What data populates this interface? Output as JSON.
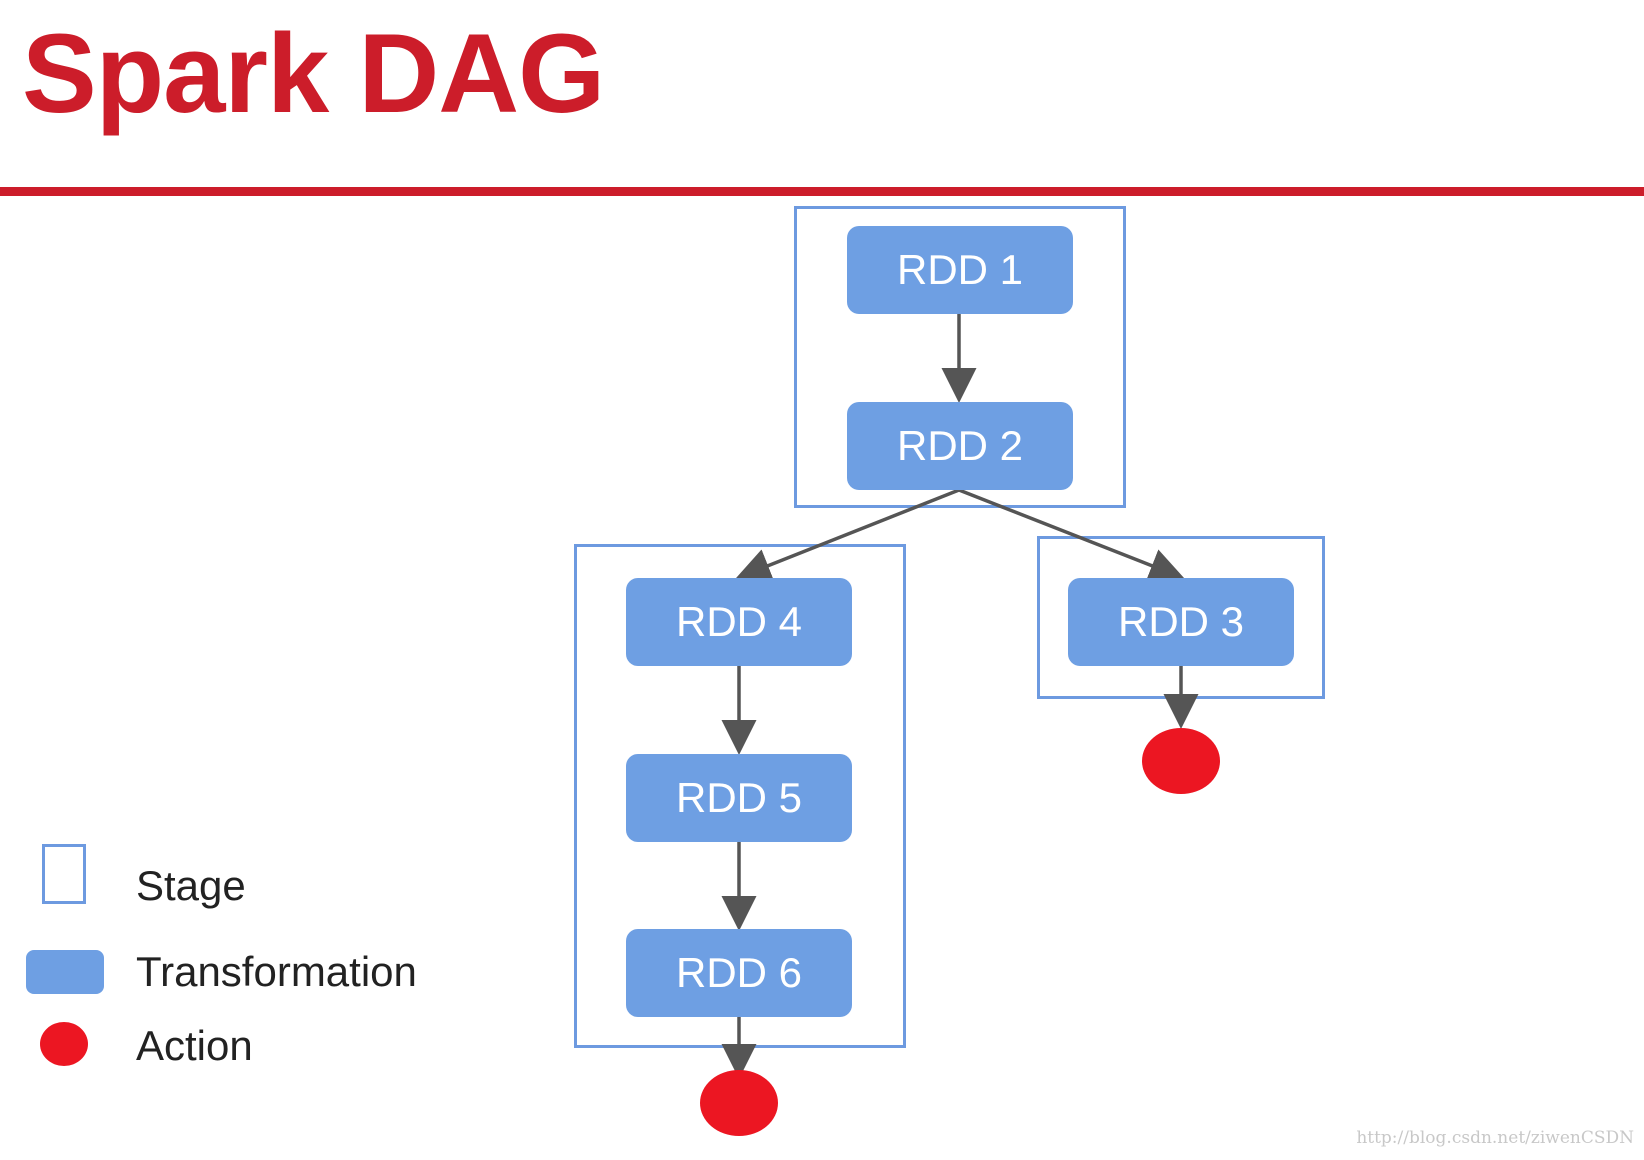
{
  "title": "Spark DAG",
  "colors": {
    "title": "#cc1d2a",
    "stage_border": "#6d9ae0",
    "transformation": "#6e9fe3",
    "action": "#ec1622",
    "edge": "#555555"
  },
  "nodes": {
    "rdd1": "RDD 1",
    "rdd2": "RDD 2",
    "rdd3": "RDD 3",
    "rdd4": "RDD 4",
    "rdd5": "RDD 5",
    "rdd6": "RDD 6"
  },
  "edges": [
    [
      "rdd1",
      "rdd2"
    ],
    [
      "rdd2",
      "rdd4"
    ],
    [
      "rdd2",
      "rdd3"
    ],
    [
      "rdd4",
      "rdd5"
    ],
    [
      "rdd5",
      "rdd6"
    ],
    [
      "rdd3",
      "action_a"
    ],
    [
      "rdd6",
      "action_b"
    ]
  ],
  "legend": {
    "stage": "Stage",
    "transformation": "Transformation",
    "action": "Action"
  },
  "watermark": "http://blog.csdn.net/ziwenCSDN"
}
